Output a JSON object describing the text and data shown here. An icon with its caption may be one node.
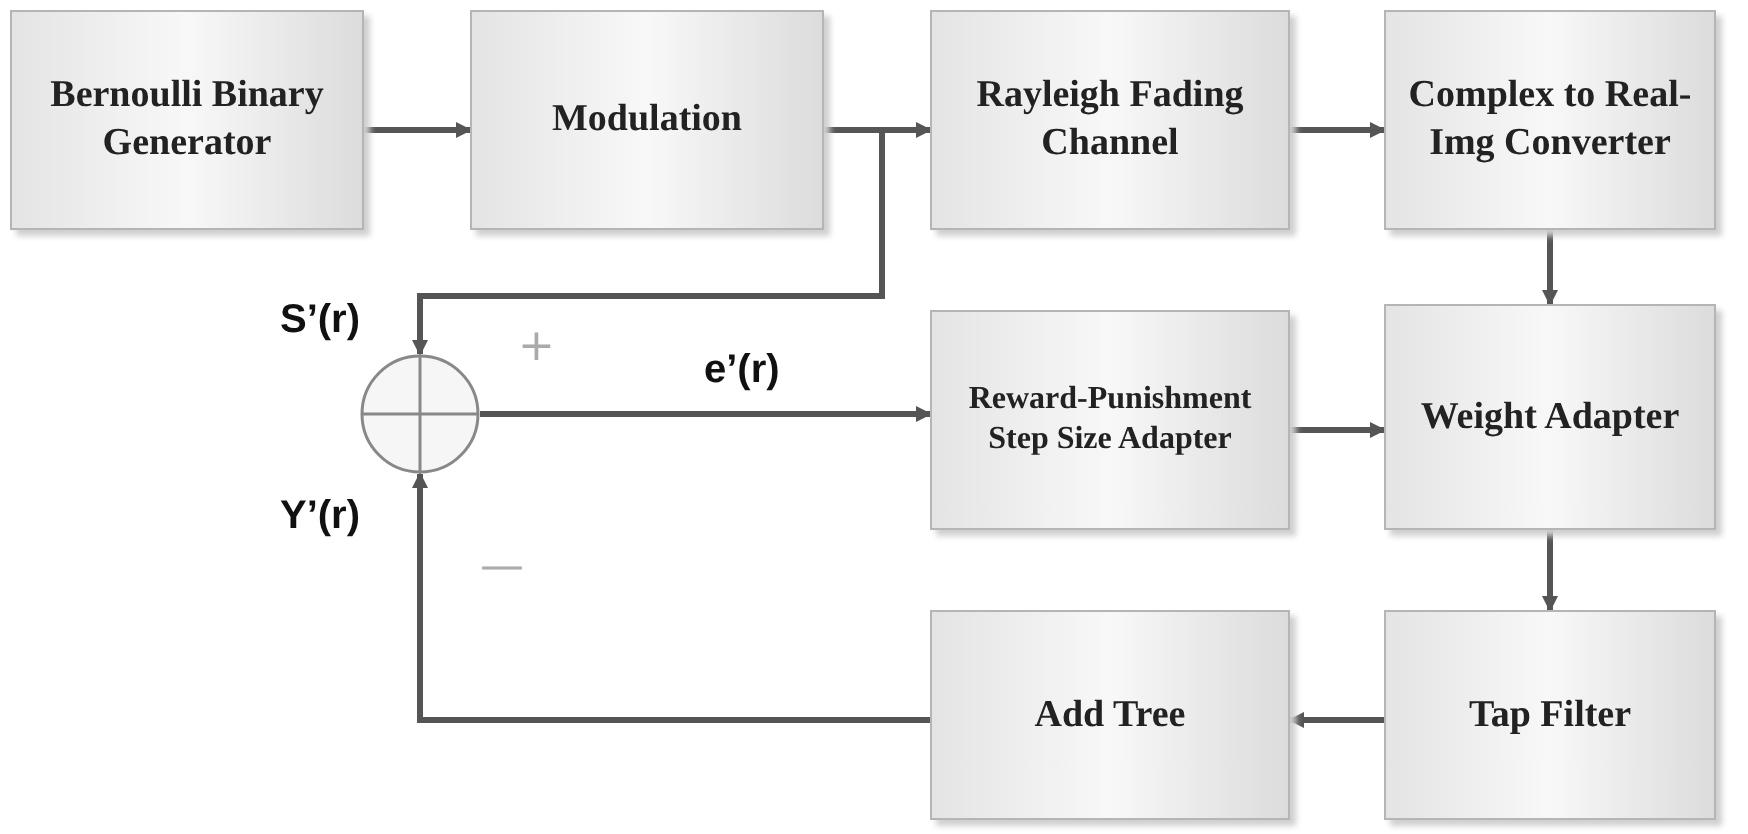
{
  "diagram": {
    "nodes": [
      {
        "text": [
          "Bernoulli Binary Generator"
        ]
      },
      {
        "text": [
          "Modulation"
        ]
      },
      {
        "text": [
          "Rayleigh Fading Channel"
        ]
      },
      {
        "text": [
          "Complex to Real-Img Converter"
        ]
      },
      {
        "text": [],
        "shape": "circle"
      },
      {
        "text": [
          "Reward-Punishment Step Size Adapter"
        ]
      },
      {
        "text": [
          "Weight Adapter"
        ]
      },
      {
        "text": [
          "Add Tree"
        ]
      },
      {
        "text": [
          "Tap Filter"
        ]
      }
    ],
    "edges": [
      {
        "from": 0,
        "to": 1,
        "arrow": "to"
      },
      {
        "from": 1,
        "to": 2,
        "arrow": "to"
      },
      {
        "from": 2,
        "to": 3,
        "arrow": "to"
      },
      {
        "from": 3,
        "to": 6,
        "arrow": "to"
      },
      {
        "from": 1,
        "to": 4,
        "arrow": "to",
        "label": "S’(r)"
      },
      {
        "from": 4,
        "to": 5,
        "arrow": "to",
        "label": "e’(r)"
      },
      {
        "from": 5,
        "to": 6,
        "arrow": "to"
      },
      {
        "from": 6,
        "to": 8,
        "arrow": "to"
      },
      {
        "from": 8,
        "to": 7,
        "arrow": "to"
      },
      {
        "from": 7,
        "to": 4,
        "arrow": "to",
        "label": "Y’(r)"
      }
    ],
    "labels": [
      "+",
      "—"
    ]
  }
}
